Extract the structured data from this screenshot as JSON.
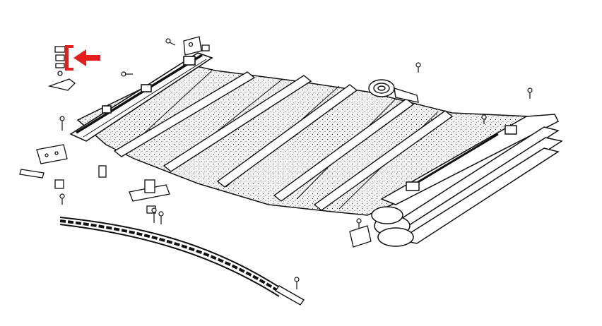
{
  "diagram": {
    "kind": "exploded-parts-view",
    "line_color": "#111111",
    "fabric_fill": "#efefef",
    "background": "#ffffff",
    "highlight": {
      "color": "#e41e1e",
      "marker": "arrow-pointing-left",
      "bracket": "vertical-bracket"
    }
  }
}
